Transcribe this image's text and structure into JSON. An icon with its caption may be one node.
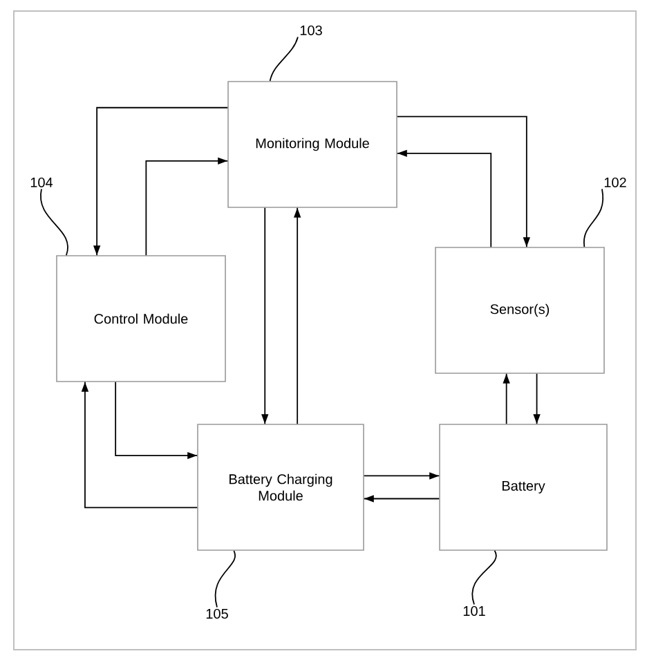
{
  "diagram": {
    "nodes": [
      {
        "text": [
          "Monitoring Module"
        ]
      },
      {
        "text": [
          "Control Module"
        ]
      },
      {
        "text": [
          "Sensor(s)"
        ]
      },
      {
        "text": [
          "Battery Charging Module"
        ]
      },
      {
        "text": [
          "Battery"
        ]
      },
      {
        "text": [
          "103"
        ]
      },
      {
        "text": [
          "104"
        ]
      },
      {
        "text": [
          "102"
        ]
      },
      {
        "text": [
          "105"
        ]
      },
      {
        "text": [
          "101"
        ]
      }
    ],
    "edges": [
      {
        "from": 0,
        "to": 1,
        "arrow": "to"
      },
      {
        "from": 1,
        "to": 0,
        "arrow": "to"
      },
      {
        "from": 0,
        "to": 2,
        "arrow": "to"
      },
      {
        "from": 2,
        "to": 0,
        "arrow": "to"
      },
      {
        "from": 0,
        "to": 3,
        "arrow": "to"
      },
      {
        "from": 3,
        "to": 0,
        "arrow": "to"
      },
      {
        "from": 1,
        "to": 3,
        "arrow": "to"
      },
      {
        "from": 3,
        "to": 1,
        "arrow": "to"
      },
      {
        "from": 3,
        "to": 4,
        "arrow": "to"
      },
      {
        "from": 4,
        "to": 3,
        "arrow": "to"
      },
      {
        "from": 4,
        "to": 2,
        "arrow": "to"
      },
      {
        "from": 2,
        "to": 4,
        "arrow": "to"
      },
      {
        "from": 5,
        "to": 0,
        "arrow": "none"
      },
      {
        "from": 6,
        "to": 1,
        "arrow": "none"
      },
      {
        "from": 7,
        "to": 2,
        "arrow": "none"
      },
      {
        "from": 8,
        "to": 3,
        "arrow": "none"
      },
      {
        "from": 9,
        "to": 4,
        "arrow": "none"
      }
    ]
  }
}
